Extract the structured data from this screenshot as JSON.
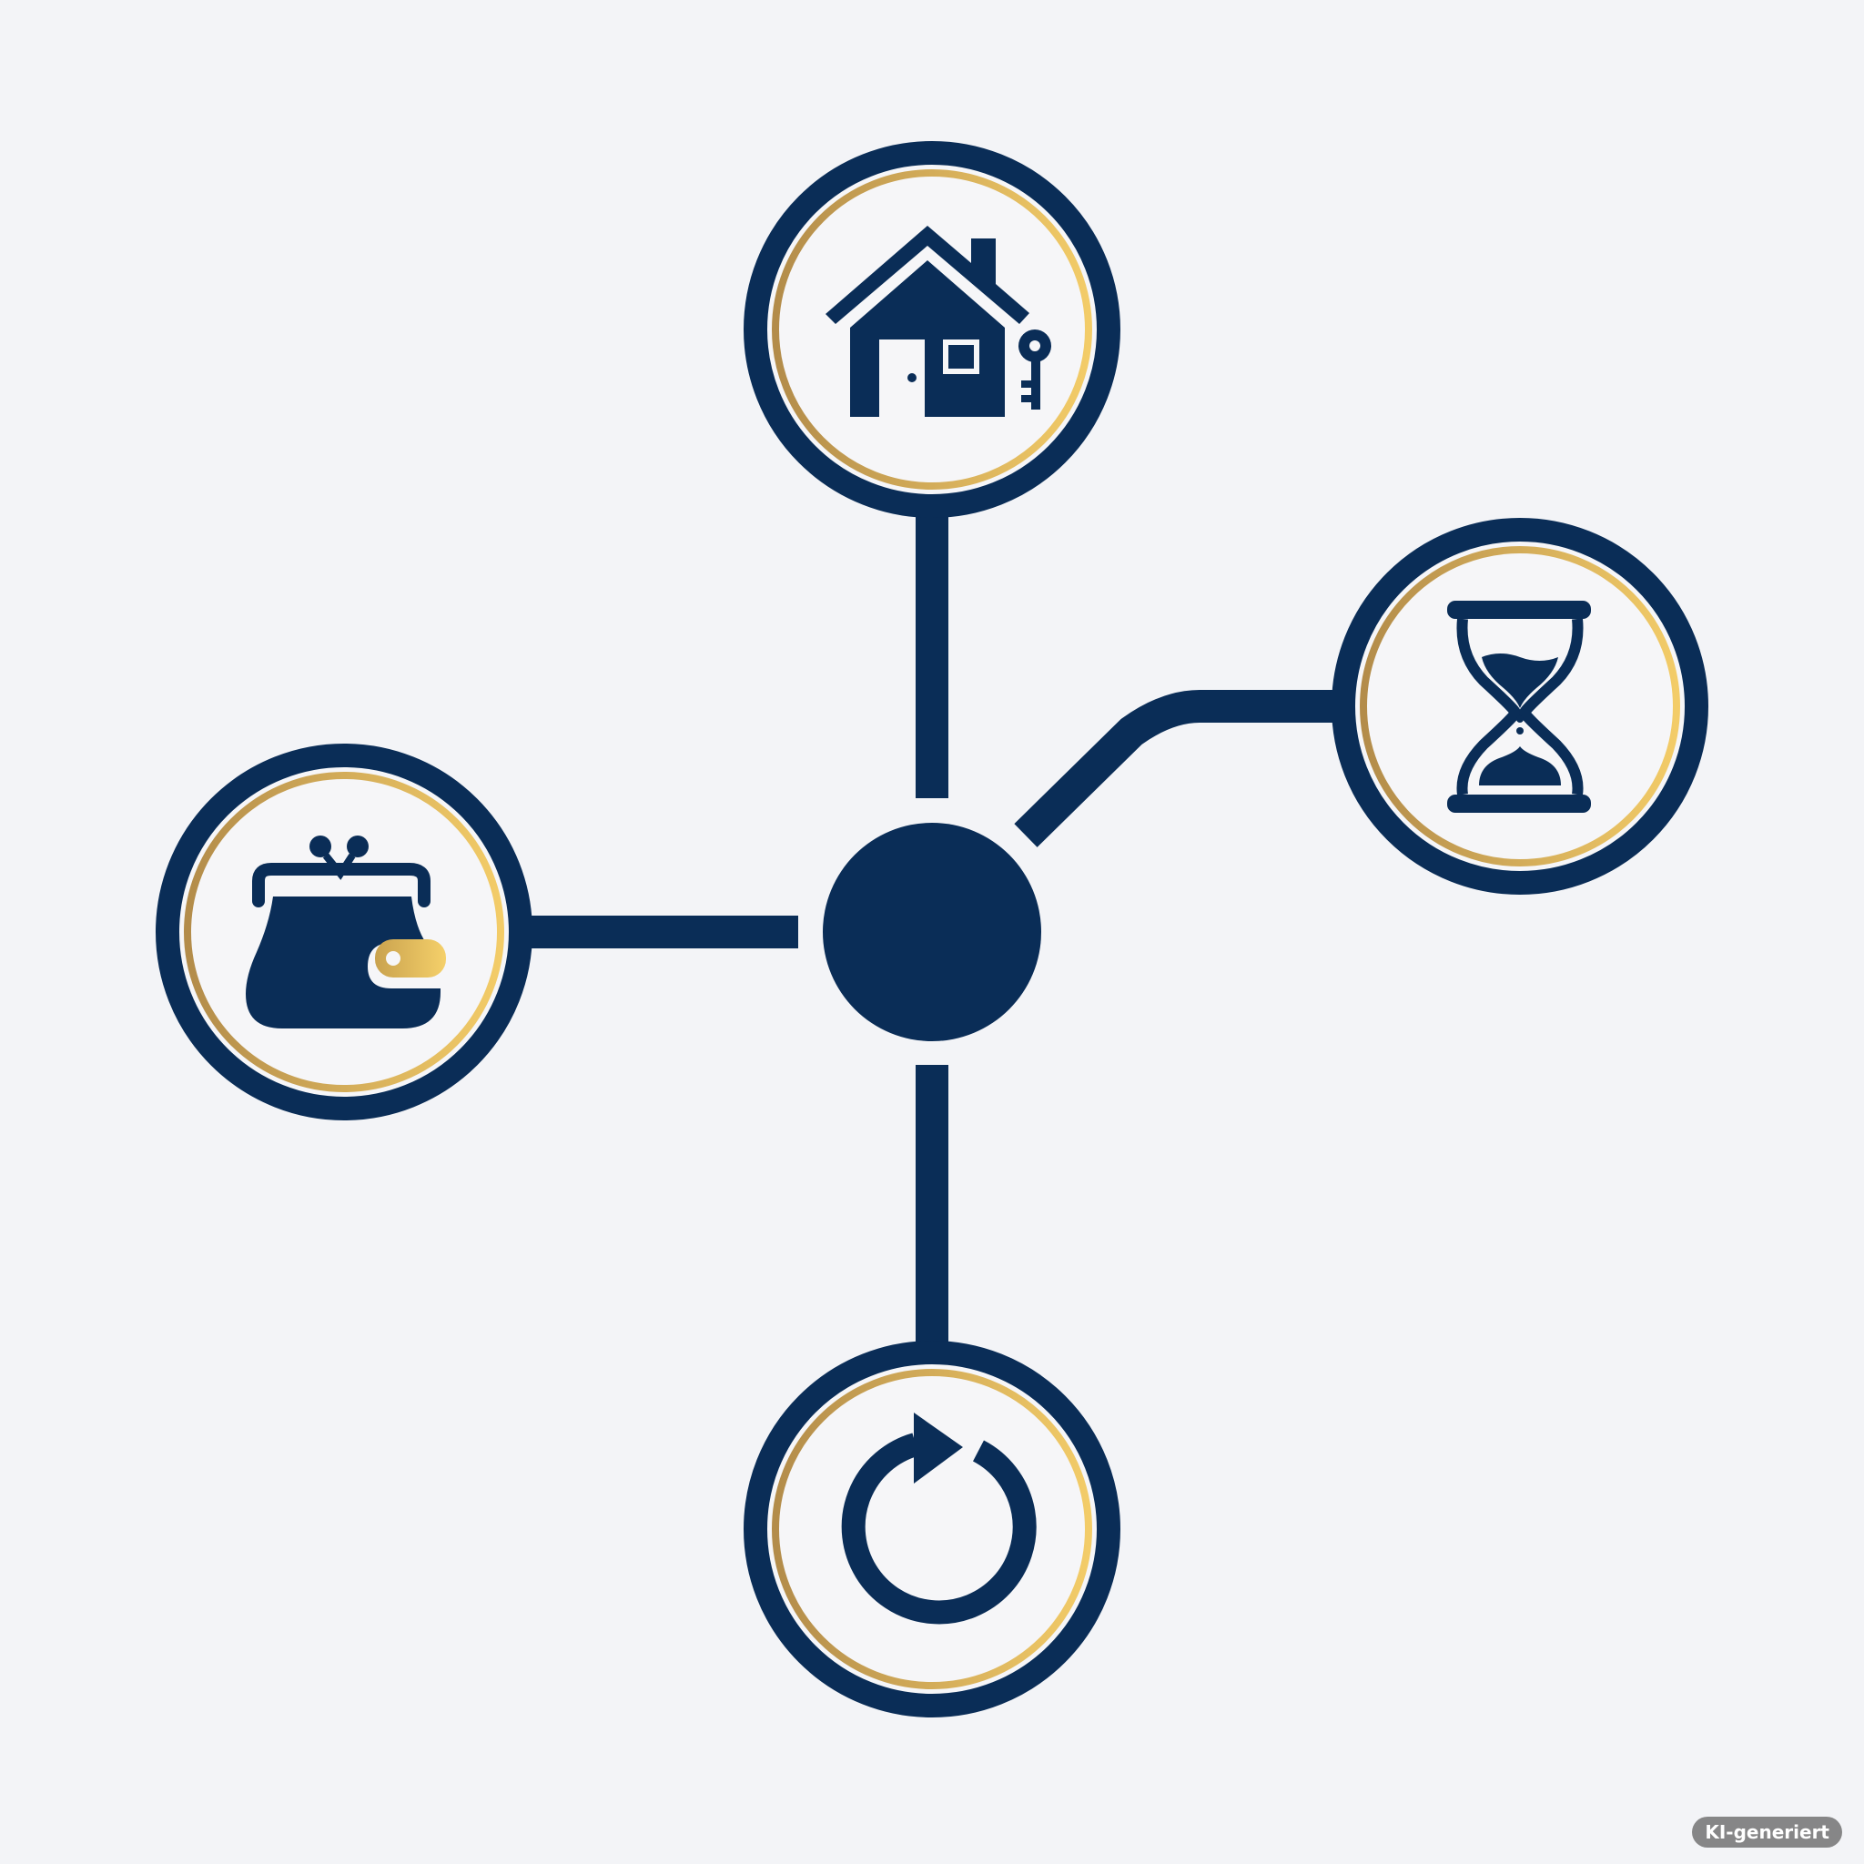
{
  "diagram": {
    "center": {
      "name": "hub"
    },
    "nodes": [
      {
        "name": "house-with-key",
        "icon": "house-key-icon",
        "position": "top"
      },
      {
        "name": "hourglass",
        "icon": "hourglass-icon",
        "position": "right"
      },
      {
        "name": "wallet",
        "icon": "wallet-icon",
        "position": "left"
      },
      {
        "name": "cycle",
        "icon": "refresh-arrow-icon",
        "position": "bottom"
      }
    ]
  },
  "colors": {
    "navy": "#0a2d57",
    "gold_light": "#f0c865",
    "gold_dark": "#b8934a",
    "background": "#f3f4f7",
    "badge_bg": "#6e6e6e",
    "badge_text": "#ffffff"
  },
  "badge": {
    "label": "KI-generiert"
  }
}
